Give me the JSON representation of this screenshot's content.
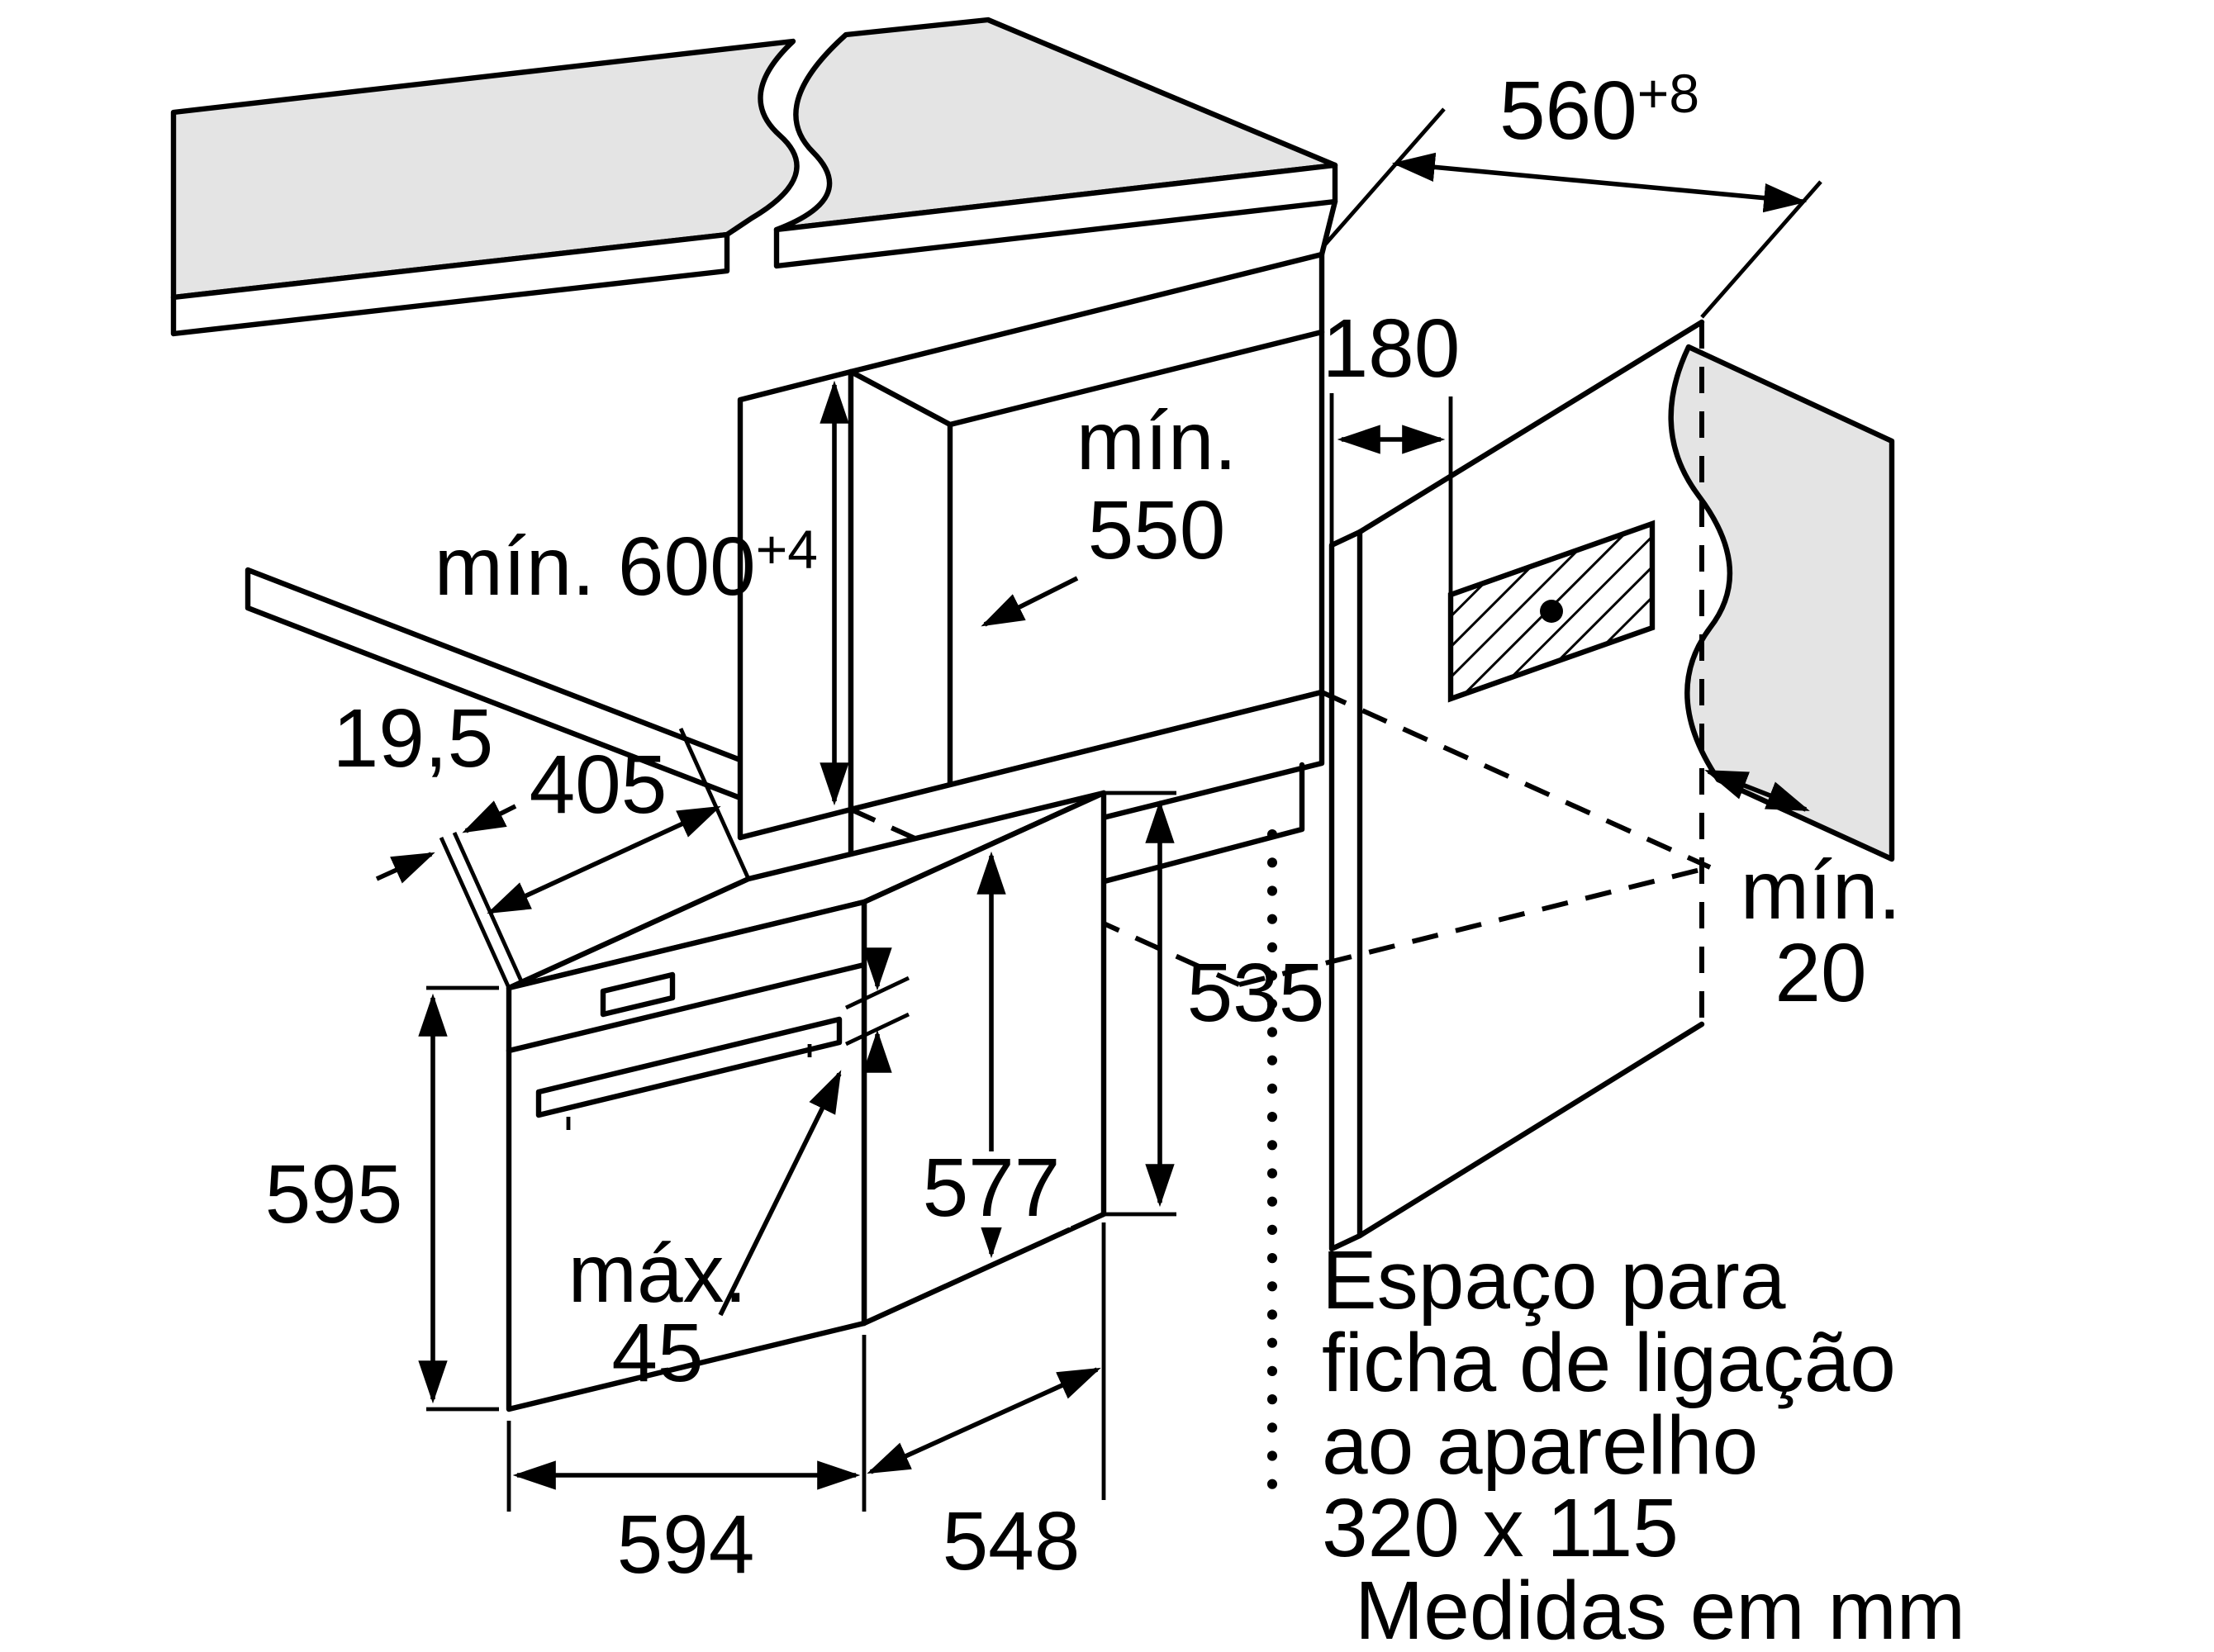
{
  "diagram": {
    "labels": {
      "niche_height_main": "mín. 600",
      "niche_height_sup": "+4",
      "niche_depth_word": "mín.",
      "niche_depth_value": "550",
      "connection_offset": "180",
      "niche_width_main": "560",
      "niche_width_sup": "+8",
      "side_gap_word": "mín.",
      "side_gap_value": "20",
      "front_frame_depth": "19,5",
      "top_depth": "405",
      "oven_front_height": "595",
      "handle_word": "máx.",
      "handle_value": "45",
      "inner_height": "577",
      "rear_height": "535",
      "oven_front_width": "594",
      "oven_body_depth": "548"
    },
    "note_lines": [
      "Espaço para",
      "ficha de ligação",
      "ao aparelho",
      "320 x 115"
    ],
    "units_line": "Medidas em mm",
    "colors": {
      "surface_gray": "#e4e4e4",
      "line": "#000000",
      "background": "#ffffff"
    }
  }
}
